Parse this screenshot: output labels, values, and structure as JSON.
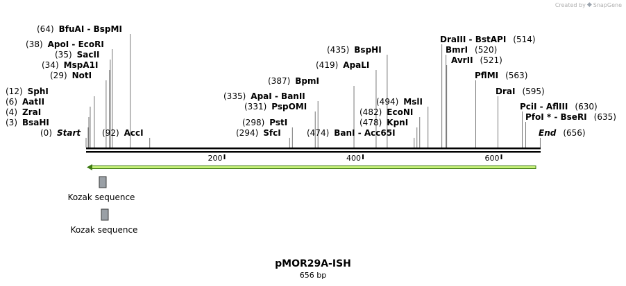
{
  "credit": {
    "text": "Created by",
    "brand": "SnapGene"
  },
  "title": "pMOR29A-ISH",
  "subtitle": "656 bp",
  "map": {
    "length": 656,
    "ticks": [
      200,
      400,
      600
    ]
  },
  "sites": [
    {
      "pos": "(0)",
      "name": "Start",
      "italic": true,
      "bp": 0
    },
    {
      "pos": "(3)",
      "name": "BsaHI",
      "bp": 3
    },
    {
      "pos": "(4)",
      "name": "ZraI",
      "bp": 4
    },
    {
      "pos": "(6)",
      "name": "AatII",
      "bp": 6
    },
    {
      "pos": "(12)",
      "name": "SphI",
      "bp": 12
    },
    {
      "pos": "(29)",
      "name": "NotI",
      "bp": 29
    },
    {
      "pos": "(34)",
      "name": "MspA1I",
      "bp": 34
    },
    {
      "pos": "(35)",
      "name": "SacII",
      "bp": 35
    },
    {
      "pos": "(38)",
      "name": "ApoI  - EcoRI",
      "bp": 38
    },
    {
      "pos": "(64)",
      "name": "BfuAI  - BspMI",
      "bp": 64
    },
    {
      "pos": "(92)",
      "name": "AccI",
      "bp": 92
    },
    {
      "pos": "(294)",
      "name": "SfcI",
      "bp": 294
    },
    {
      "pos": "(298)",
      "name": "PstI",
      "bp": 298
    },
    {
      "pos": "(331)",
      "name": "PspOMI",
      "bp": 331
    },
    {
      "pos": "(335)",
      "name": "ApaI  - BanII",
      "bp": 335
    },
    {
      "pos": "(387)",
      "name": "BpmI",
      "bp": 387
    },
    {
      "pos": "(419)",
      "name": "ApaLI",
      "bp": 419
    },
    {
      "pos": "(435)",
      "name": "BspHI",
      "bp": 435
    },
    {
      "pos": "(474)",
      "name": "BanI  - Acc65I",
      "bp": 474
    },
    {
      "pos": "(478)",
      "name": "KpnI",
      "bp": 478
    },
    {
      "pos": "(482)",
      "name": "EcoNI",
      "bp": 482
    },
    {
      "pos": "(494)",
      "name": "MslI",
      "bp": 494
    },
    {
      "pos": "(514)",
      "name": "DraIII  - BstAPI",
      "bp": 514
    },
    {
      "pos": "(520)",
      "name": "BmrI",
      "bp": 520
    },
    {
      "pos": "(521)",
      "name": "AvrII",
      "bp": 521
    },
    {
      "pos": "(563)",
      "name": "PflMI",
      "bp": 563
    },
    {
      "pos": "(595)",
      "name": "DraI",
      "bp": 595
    },
    {
      "pos": "(630)",
      "name": "PciI  - AflIII",
      "bp": 630
    },
    {
      "pos": "(635)",
      "name": "PfoI *  - BseRI",
      "bp": 635
    },
    {
      "pos": "(656)",
      "name": "End",
      "italic": true,
      "bp": 656
    }
  ],
  "features": [
    {
      "name": "Kozak sequence"
    },
    {
      "name": "Kozak sequence"
    }
  ],
  "colors": {
    "arrow_fill": "#c6f07a",
    "arrow_stroke": "#3d7a12",
    "feature_box": "#9aa0a6"
  }
}
